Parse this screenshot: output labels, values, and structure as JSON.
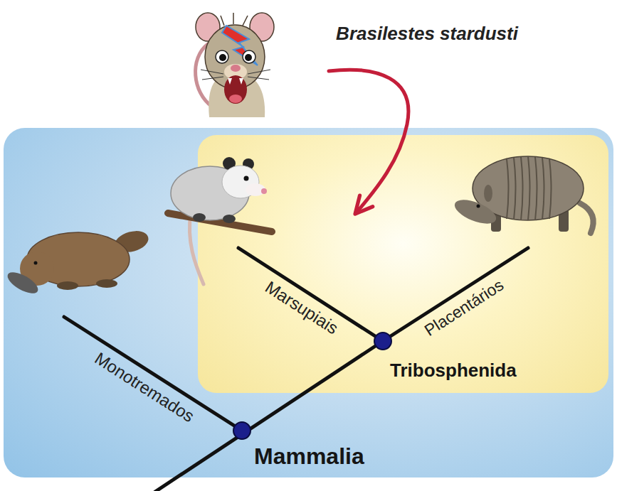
{
  "diagram": {
    "nodes": [
      {
        "text": [
          "Mammalia"
        ]
      },
      {
        "text": [
          "Tribosphenida"
        ],
        "in": 0
      }
    ],
    "labels": [
      "Brasilestes stardusti",
      "Monotremados",
      "Marsupiais",
      "Placentários"
    ]
  }
}
